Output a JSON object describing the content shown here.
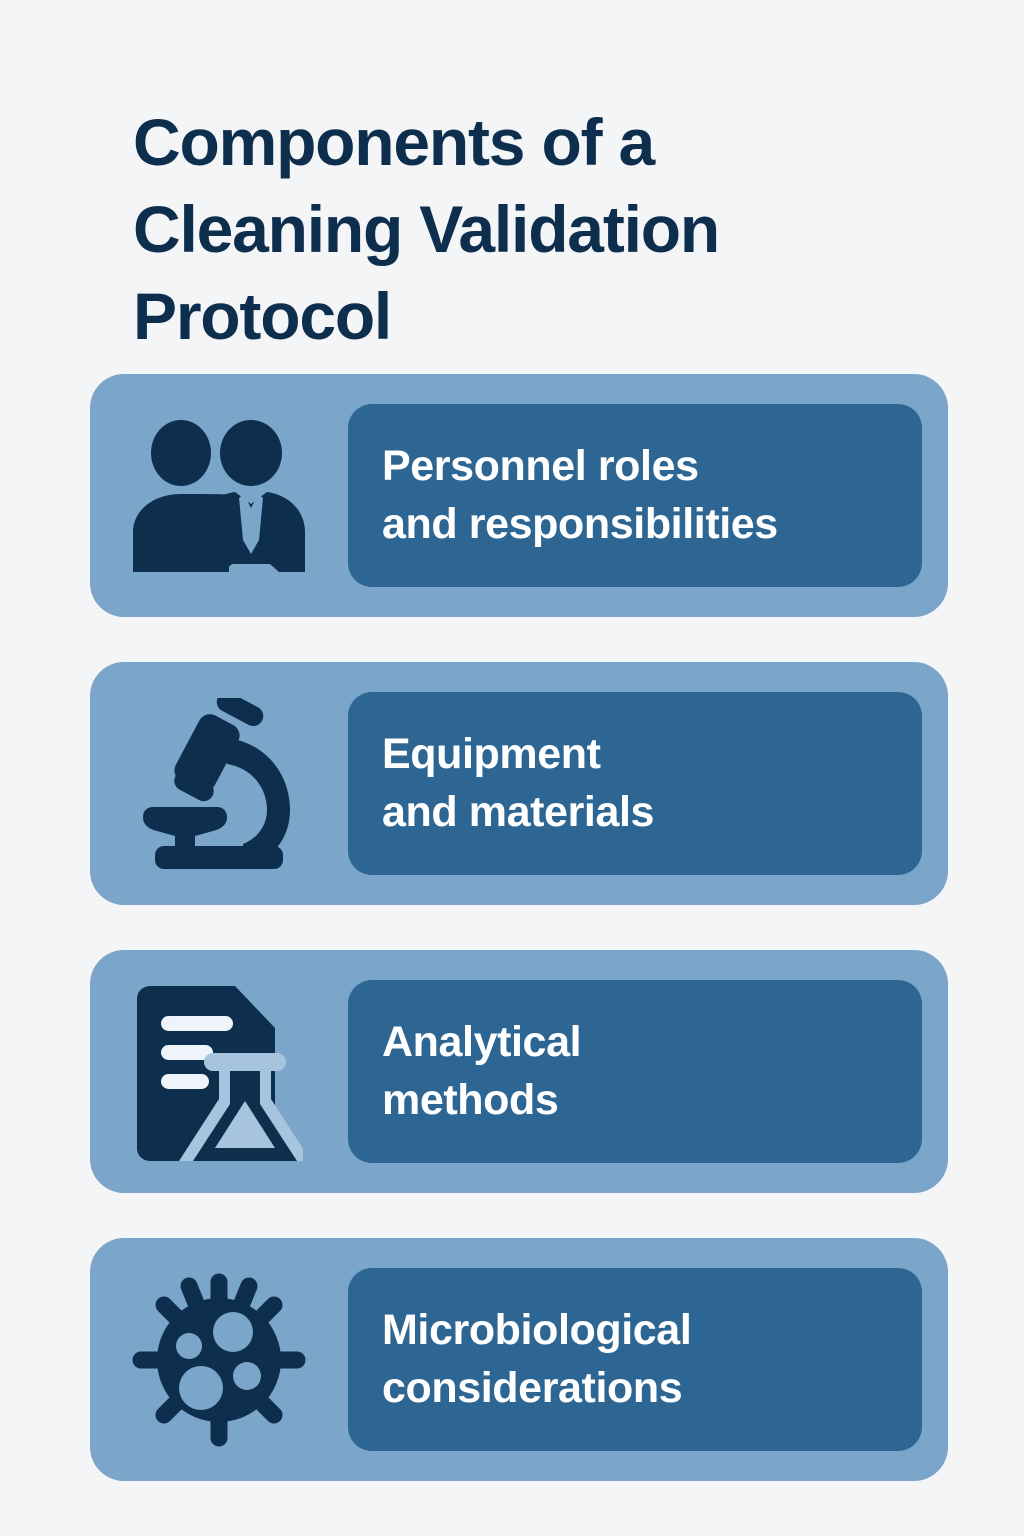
{
  "page": {
    "background_color": "#f4f5f7",
    "title": "Components of a\nCleaning Validation\nProtocol",
    "title_color": "#0e2e4d"
  },
  "theme": {
    "card_background": "#7ba5c9",
    "panel_background": "#2e6693",
    "icon_color": "#0d2e4d",
    "label_color": "#ffffff"
  },
  "cards": [
    {
      "icon": "two-people-icon",
      "label": "Personnel roles\nand responsibilities"
    },
    {
      "icon": "microscope-icon",
      "label": "Equipment\nand materials"
    },
    {
      "icon": "document-flask-icon",
      "label": "Analytical\nmethods"
    },
    {
      "icon": "virus-icon",
      "label": "Microbiological\nconsiderations"
    }
  ]
}
